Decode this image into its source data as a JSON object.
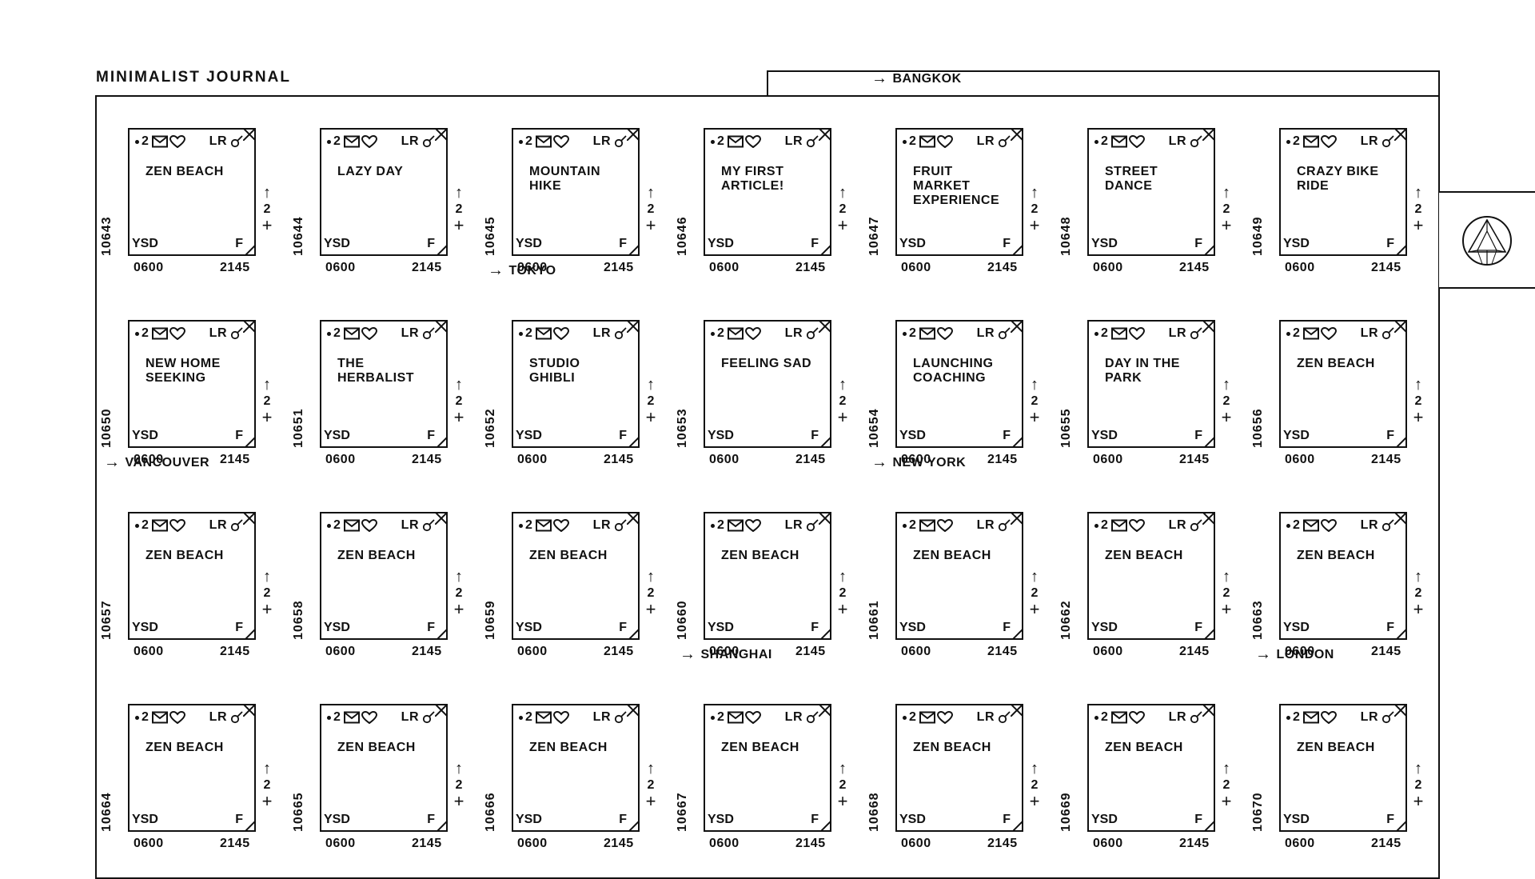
{
  "app": {
    "title": "MINIMALIST JOURNAL",
    "logo_icon": "triangle-in-circle-icon"
  },
  "card_labels": {
    "count": "2",
    "lr": "LR",
    "bottom_left": "YSD",
    "bottom_right": "F",
    "side_count": "2",
    "start_time": "0600",
    "end_time": "2145"
  },
  "icons": {
    "mail": "mail-icon",
    "heart": "heart-icon",
    "gender": "male-gender-icon",
    "up": "arrow-up-icon",
    "add": "plus-icon",
    "dest": "arrow-right-icon",
    "close": "close-corner-icon"
  },
  "cards": [
    {
      "code": "10643",
      "title": "ZEN BEACH",
      "dest": ""
    },
    {
      "code": "10644",
      "title": "LAZY DAY",
      "dest": ""
    },
    {
      "code": "10645",
      "title": "MOUNTAIN\nHIKE",
      "dest": ""
    },
    {
      "code": "10646",
      "title": "MY FIRST\nARTICLE!",
      "dest": ""
    },
    {
      "code": "10647",
      "title": "FRUIT\nMARKET\nEXPERIENCE",
      "dest": "BANGKOK"
    },
    {
      "code": "10648",
      "title": "STREET\nDANCE",
      "dest": ""
    },
    {
      "code": "10649",
      "title": "CRAZY BIKE\nRIDE",
      "dest": ""
    },
    {
      "code": "10650",
      "title": "NEW HOME\nSEEKING",
      "dest": ""
    },
    {
      "code": "10651",
      "title": "THE\nHERBALIST",
      "dest": ""
    },
    {
      "code": "10652",
      "title": "STUDIO\nGHIBLI",
      "dest": "TOKYO"
    },
    {
      "code": "10653",
      "title": "FEELING SAD",
      "dest": ""
    },
    {
      "code": "10654",
      "title": "LAUNCHING\nCOACHING",
      "dest": ""
    },
    {
      "code": "10655",
      "title": "DAY IN THE\nPARK",
      "dest": ""
    },
    {
      "code": "10656",
      "title": "ZEN BEACH",
      "dest": ""
    },
    {
      "code": "10657",
      "title": "ZEN BEACH",
      "dest": "VANCOUVER"
    },
    {
      "code": "10658",
      "title": "ZEN BEACH",
      "dest": ""
    },
    {
      "code": "10659",
      "title": "ZEN BEACH",
      "dest": ""
    },
    {
      "code": "10660",
      "title": "ZEN BEACH",
      "dest": ""
    },
    {
      "code": "10661",
      "title": "ZEN BEACH",
      "dest": "NEW YORK"
    },
    {
      "code": "10662",
      "title": "ZEN BEACH",
      "dest": ""
    },
    {
      "code": "10663",
      "title": "ZEN BEACH",
      "dest": ""
    },
    {
      "code": "10664",
      "title": "ZEN BEACH",
      "dest": ""
    },
    {
      "code": "10665",
      "title": "ZEN BEACH",
      "dest": ""
    },
    {
      "code": "10666",
      "title": "ZEN BEACH",
      "dest": ""
    },
    {
      "code": "10667",
      "title": "ZEN BEACH",
      "dest": "SHANGHAI"
    },
    {
      "code": "10668",
      "title": "ZEN BEACH",
      "dest": ""
    },
    {
      "code": "10669",
      "title": "ZEN BEACH",
      "dest": ""
    },
    {
      "code": "10670",
      "title": "ZEN BEACH",
      "dest": "LONDON"
    }
  ]
}
